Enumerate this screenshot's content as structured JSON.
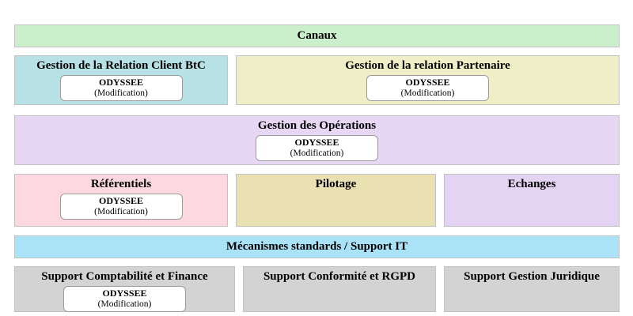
{
  "colors": {
    "canvas": "#ffffff",
    "box_border": "#c2c2c2",
    "app_box_border": "#9b9b9b",
    "text": "#000000"
  },
  "blocks": {
    "canaux": {
      "title": "Canaux",
      "color": "#ccefcb"
    },
    "relation_client_btc": {
      "title": "Gestion de la Relation Client BtC",
      "color": "#b7e1e4",
      "app": {
        "name": "ODYSSEE",
        "detail": "(Modification)"
      }
    },
    "relation_partenaire": {
      "title": "Gestion de la relation Partenaire",
      "color": "#eeeec7",
      "app": {
        "name": "ODYSSEE",
        "detail": "(Modification)"
      }
    },
    "operations": {
      "title": "Gestion des Opérations",
      "color": "#e7d7f4",
      "app": {
        "name": "ODYSSEE",
        "detail": "(Modification)"
      }
    },
    "referentiels": {
      "title": "Référentiels",
      "color": "#fdd8e0",
      "app": {
        "name": "ODYSSEE",
        "detail": "(Modification)"
      }
    },
    "pilotage": {
      "title": "Pilotage",
      "color": "#eae1b3"
    },
    "echanges": {
      "title": "Echanges",
      "color": "#e5d3f3"
    },
    "mecanismes_support_it": {
      "title": "Mécanismes standards / Support IT",
      "color": "#aae3f8"
    },
    "support_comptabilite": {
      "title": "Support Comptabilité et Finance",
      "color": "#d3d3d3",
      "app": {
        "name": "ODYSSEE",
        "detail": "(Modification)"
      }
    },
    "support_conformite": {
      "title": "Support Conformité et RGPD",
      "color": "#d3d3d3"
    },
    "support_juridique": {
      "title": "Support Gestion Juridique",
      "color": "#d3d3d3"
    }
  }
}
